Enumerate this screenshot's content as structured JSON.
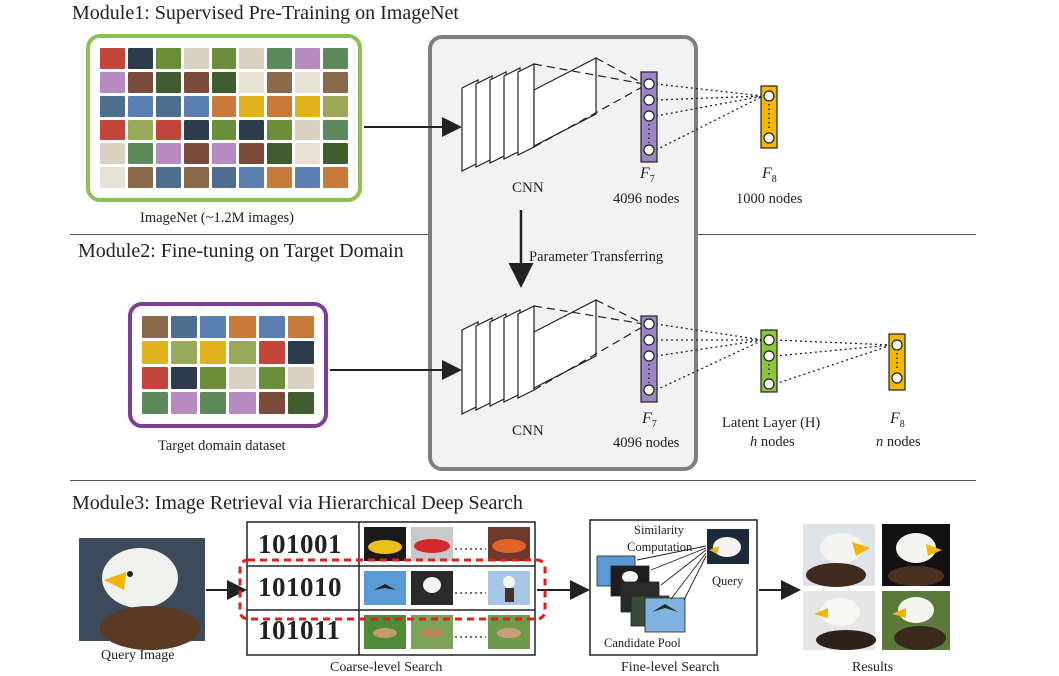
{
  "module1": {
    "title": "Module1: Supervised Pre-Training on ImageNet",
    "dataset_caption": "ImageNet (~1.2M images)",
    "cnn_label": "CNN",
    "f7_label": "F",
    "f7_sub": "7",
    "f7_nodes": "4096 nodes",
    "f8_label": "F",
    "f8_sub": "8",
    "f8_nodes": "1000 nodes"
  },
  "transfer_label": "Parameter Transferring",
  "module2": {
    "title": "Module2: Fine-tuning on Target Domain",
    "dataset_caption": "Target domain dataset",
    "cnn_label": "CNN",
    "f7_label": "F",
    "f7_sub": "7",
    "f7_nodes": "4096 nodes",
    "latent_label": "Latent Layer (H)",
    "latent_nodes_var": "h",
    "latent_nodes": " nodes",
    "f8_label": "F",
    "f8_sub": "8",
    "f8_nodes_var": "n",
    "f8_nodes": " nodes"
  },
  "module3": {
    "title": "Module3: Image Retrieval via Hierarchical Deep Search",
    "query_caption": "Query Image",
    "codes": [
      "101001",
      "101010",
      "101011"
    ],
    "coarse_caption": "Coarse-level Search",
    "similarity_label_1": "Similarity",
    "similarity_label_2": "Computation",
    "query_label": "Query",
    "candidate_label": "Candidate Pool",
    "fine_caption": "Fine-level Search",
    "results_caption": "Results"
  },
  "colors": {
    "imagenet_border": "#8cc151",
    "target_border": "#7b3f96",
    "f7_layer": "#9b86bf",
    "f8_layer": "#f5b800",
    "latent_layer": "#8cc63f",
    "red_dash": "#e02020",
    "panel_bg": "#f2f2f2",
    "panel_border": "#7f7f7f"
  }
}
